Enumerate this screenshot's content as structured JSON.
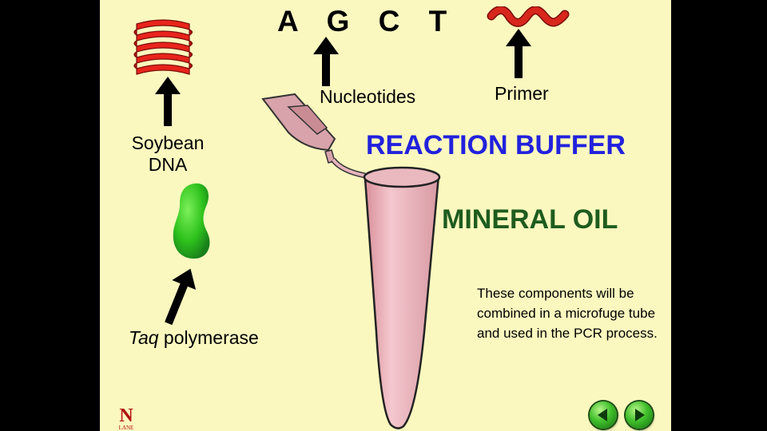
{
  "slide": {
    "nucleotide_letters": "A G C T",
    "labels": {
      "soybean_line1": "Soybean",
      "soybean_line2": "DNA",
      "nucleotides": "Nucleotides",
      "primer": "Primer",
      "taq_italic": "Taq",
      "taq_rest": " polymerase"
    },
    "reaction_buffer": "REACTION BUFFER",
    "mineral_oil": "MINERAL OIL",
    "caption": "These components will be combined in a microfuge tube and used in the PCR process.",
    "logo": {
      "letter": "N",
      "text": "LANE"
    }
  },
  "nav": {
    "prev": "previous",
    "next": "next"
  },
  "icons": [
    "dna-helix-icon",
    "primer-strand-icon",
    "taq-polymerase-blob-icon",
    "microfuge-tube-icon",
    "arrow-up-icon",
    "chevron-left-icon",
    "chevron-right-icon"
  ],
  "colors": {
    "slide_background": "#fbf8bf",
    "reaction_buffer": "#2222dd",
    "mineral_oil": "#1e5c1e",
    "dna_helix": "#e8241c",
    "polymerase": "#33cc22",
    "tube": "#e6a6ae",
    "nav_button": "#3fbf2a"
  }
}
